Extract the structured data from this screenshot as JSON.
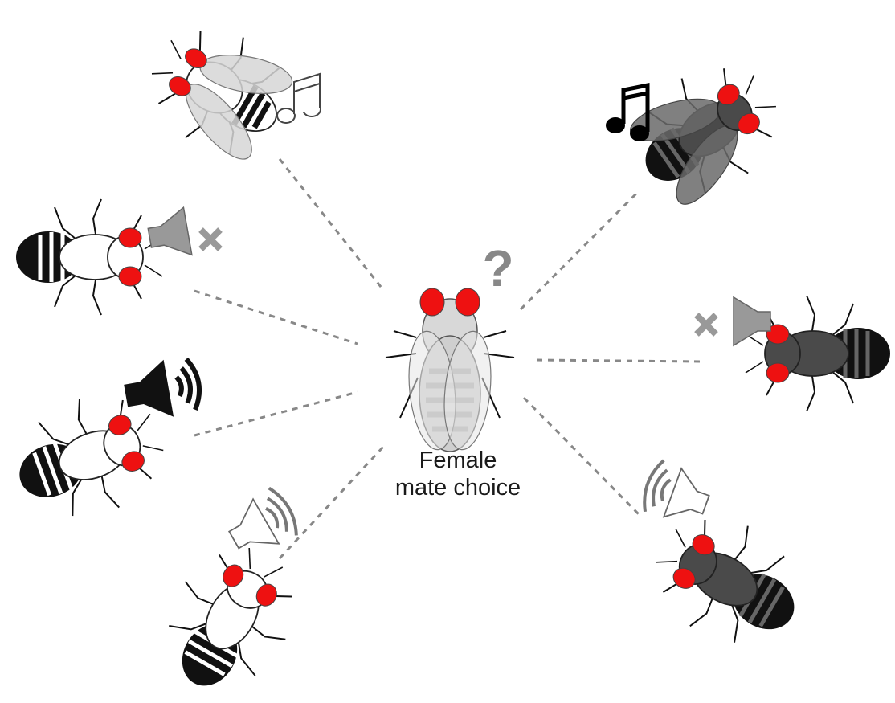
{
  "center": {
    "question_mark": "?",
    "label_line1": "Female",
    "label_line2": "mate choice"
  },
  "colors": {
    "eye": "#ee1111",
    "male_light": "#ffffff",
    "male_dark": "#4a4a4a",
    "female": "#d0d0d0",
    "stripe_dark": "#111111",
    "connector": "#888888",
    "icon_gray": "#8c8c8c"
  },
  "males": [
    {
      "id": "top-left",
      "body": "light",
      "signal": "music-notes-outline"
    },
    {
      "id": "left-upper",
      "body": "light",
      "signal": "speaker-muted"
    },
    {
      "id": "left-lower",
      "body": "light",
      "signal": "speaker-loud"
    },
    {
      "id": "bottom-left",
      "body": "light",
      "signal": "speaker-soft-outline"
    },
    {
      "id": "top-right",
      "body": "dark",
      "signal": "music-notes-solid"
    },
    {
      "id": "right-middle",
      "body": "dark",
      "signal": "speaker-muted"
    },
    {
      "id": "bottom-right",
      "body": "dark",
      "signal": "speaker-soft-outline"
    }
  ]
}
